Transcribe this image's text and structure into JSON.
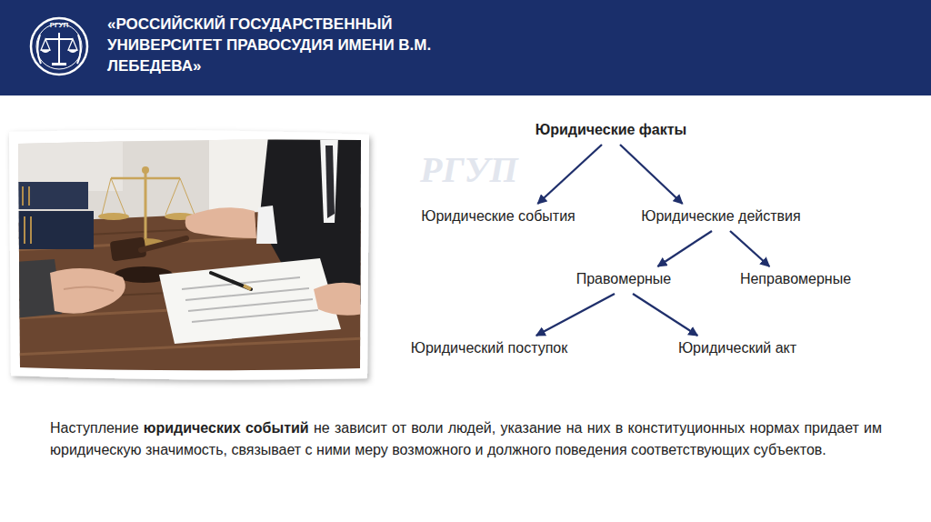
{
  "diagram": {
    "title": "«РОССИЙСКИЙ ГОСУДАРСТВЕННЫЙ УНИВЕРСИТЕТ ПРАВОСУДИЯ ИМЕНИ В.М. ЛЕБЕДЕВА»",
    "nodes": [
      {
        "text": [
          "Юридические факты"
        ]
      },
      {
        "text": [
          "Юридические события"
        ]
      },
      {
        "text": [
          "Юридические действия"
        ]
      },
      {
        "text": [
          "Правомерные"
        ]
      },
      {
        "text": [
          "Неправомерные"
        ]
      },
      {
        "text": [
          "Юридический поступок"
        ]
      },
      {
        "text": [
          "Юридический акт"
        ]
      }
    ],
    "edges": [
      {
        "from": 0,
        "to": 1,
        "arrow": "to"
      },
      {
        "from": 0,
        "to": 2,
        "arrow": "to"
      },
      {
        "from": 2,
        "to": 3,
        "arrow": "to"
      },
      {
        "from": 2,
        "to": 4,
        "arrow": "to"
      },
      {
        "from": 3,
        "to": 5,
        "arrow": "to"
      },
      {
        "from": 3,
        "to": 6,
        "arrow": "to"
      }
    ],
    "labels": [
      "РГУП",
      "РГУП",
      "Наступление",
      "юридических событий",
      "не зависит от воли людей, указание на них в конституционных нормах придает им юридическую значимость, связывает с ними меру возможного и должного поведения соответствующих субъектов."
    ]
  }
}
